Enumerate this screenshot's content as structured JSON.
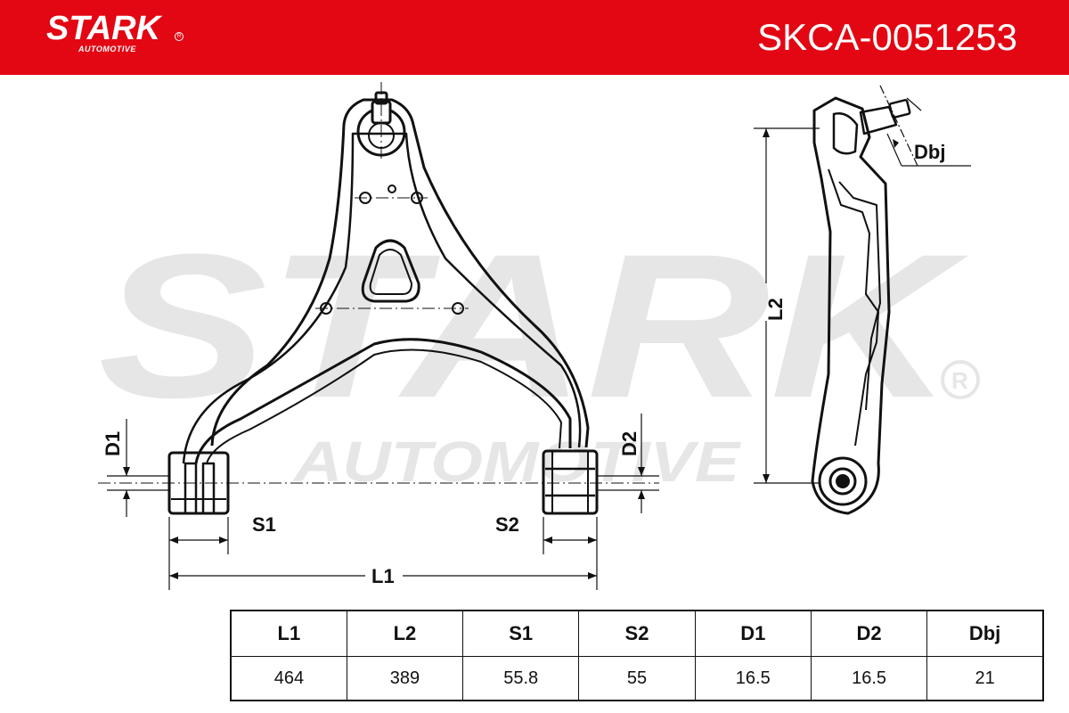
{
  "header": {
    "brand": "STARK",
    "brand_sub": "AUTOMOTIVE",
    "part_number": "SKCA-0051253",
    "color": "#e30613"
  },
  "watermark": {
    "brand": "STARK",
    "sub": "AUTOMOTIVE"
  },
  "dimension_labels": {
    "l1": "L1",
    "l2": "L2",
    "s1": "S1",
    "s2": "S2",
    "d1": "D1",
    "d2": "D2",
    "dbj": "Dbj"
  },
  "spec_table": {
    "headers": [
      "L1",
      "L2",
      "S1",
      "S2",
      "D1",
      "D2",
      "Dbj"
    ],
    "values": [
      "464",
      "389",
      "55.8",
      "55",
      "16.5",
      "16.5",
      "21"
    ]
  }
}
